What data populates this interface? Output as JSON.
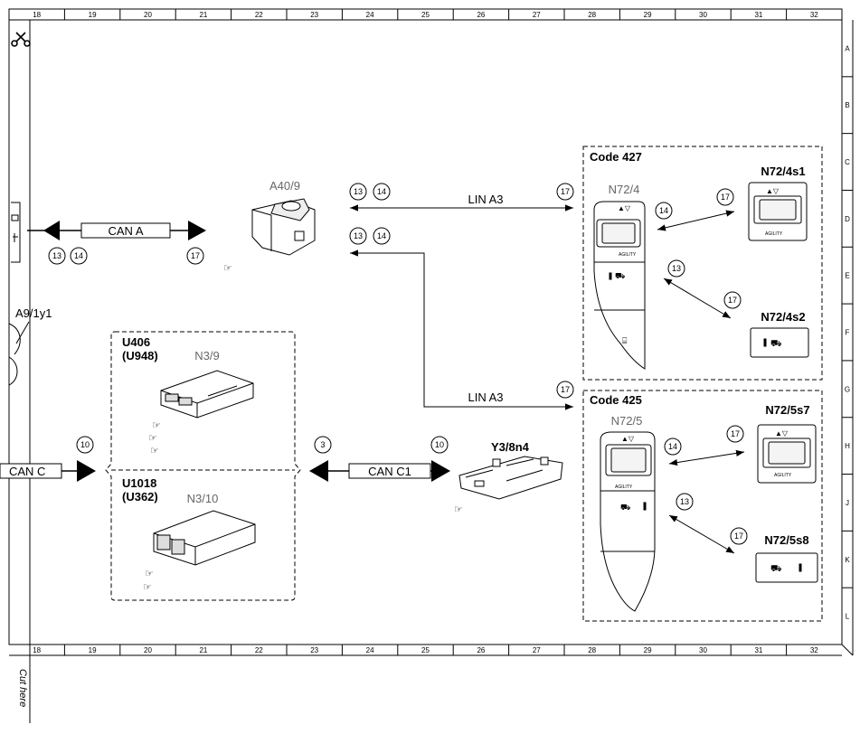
{
  "ruler": {
    "columns": [
      "18",
      "19",
      "20",
      "21",
      "22",
      "23",
      "24",
      "25",
      "26",
      "27",
      "28",
      "29",
      "30",
      "31",
      "32"
    ],
    "rows": [
      "A",
      "B",
      "C",
      "D",
      "E",
      "F",
      "G",
      "H",
      "J",
      "K",
      "L"
    ]
  },
  "cut_here": "Cut here",
  "components": {
    "a40_9": "A40/9",
    "a9_1y1": "A9/1y1",
    "n3_9": "N3/9",
    "n3_10": "N3/10",
    "y3_8n4": "Y3/8n4",
    "n72_4": "N72/4",
    "n72_4s1": "N72/4s1",
    "n72_4s2": "N72/4s2",
    "n72_5": "N72/5",
    "n72_5s7": "N72/5s7",
    "n72_5s8": "N72/5s8"
  },
  "variants": {
    "u406": "U406",
    "u948": "(U948)",
    "u1018": "U1018",
    "u362": "(U362)"
  },
  "codes": {
    "code427": "Code 427",
    "code425": "Code 425"
  },
  "buses": {
    "can_a": "CAN A",
    "can_c": "CAN C",
    "can_c1": "CAN C1",
    "lin_a3_top": "LIN A3",
    "lin_a3_bottom": "LIN A3"
  },
  "switch_text": {
    "agility": "AGILITY"
  },
  "refs": {
    "lin_13": "13",
    "lin_14": "14",
    "lin_17": "17",
    "lin2_13": "13",
    "lin2_14": "14",
    "lin2_17": "17",
    "cana_13": "13",
    "cana_14": "14",
    "cana_17": "17",
    "canc_10": "10",
    "canc1_3": "3",
    "canc1_10": "10",
    "n724_14": "14",
    "n724_17a": "17",
    "n724_13": "13",
    "n724_17b": "17",
    "n725_14": "14",
    "n725_17a": "17",
    "n725_13": "13",
    "n725_17b": "17"
  }
}
